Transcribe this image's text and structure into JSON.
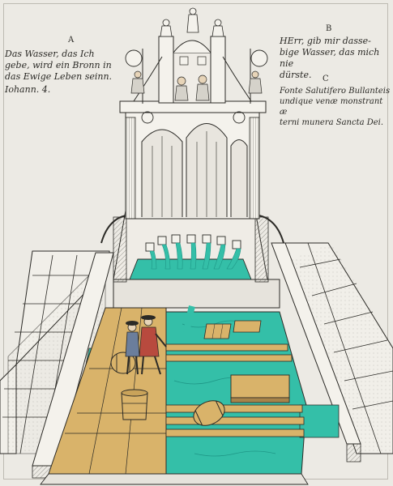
{
  "engraving": {
    "label_a": "A",
    "label_b": "B",
    "label_c": "C",
    "caption_a_lines": [
      "Das Wasser, das Ich",
      "gebe, wird ein Bronn in",
      "das Ewige Leben seinn."
    ],
    "caption_a_ref": "Iohann. 4.",
    "caption_b_lines": [
      "HErr, gib mir dasse-",
      "bige Wasser, das mich nie",
      "dürste."
    ],
    "caption_c_lines": [
      "Fonte Salutifero Bullanteis",
      "undique venæ monstrant æ",
      "terni munera Sancta Dei."
    ],
    "colors": {
      "water": "#34bfa8",
      "water_dark": "#1e9686",
      "wood": "#d9b36a",
      "paper": "#eceae4",
      "ink": "#2b2a26",
      "red_clothing": "#b84a3e"
    }
  }
}
